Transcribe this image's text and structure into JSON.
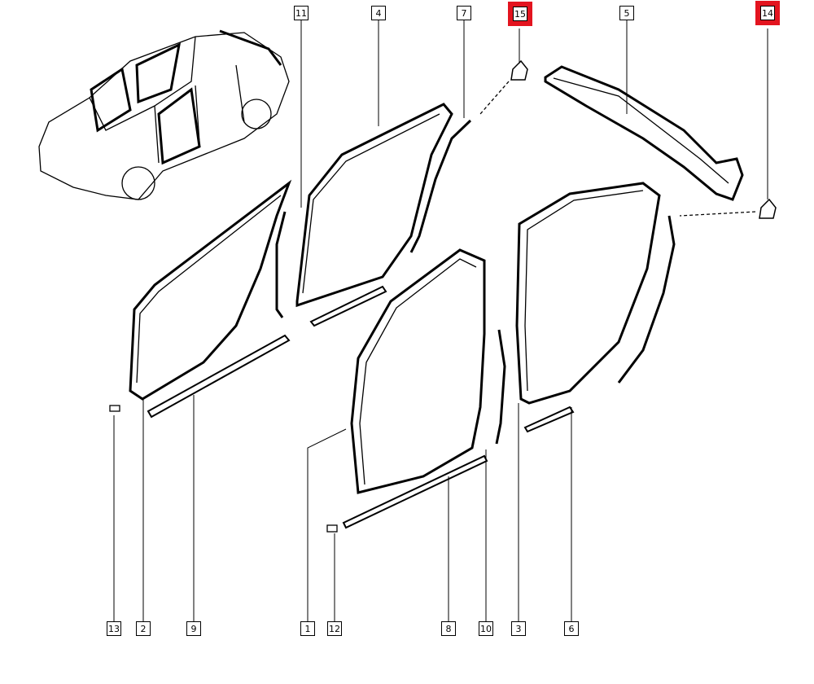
{
  "highlight_color": "#e3141f",
  "callouts_top": [
    "11",
    "4",
    "7",
    "15",
    "5",
    "14"
  ],
  "callouts_bottom": [
    "13",
    "2",
    "9",
    "1",
    "12",
    "8",
    "10",
    "3",
    "6"
  ],
  "highlighted": [
    "15",
    "14"
  ]
}
